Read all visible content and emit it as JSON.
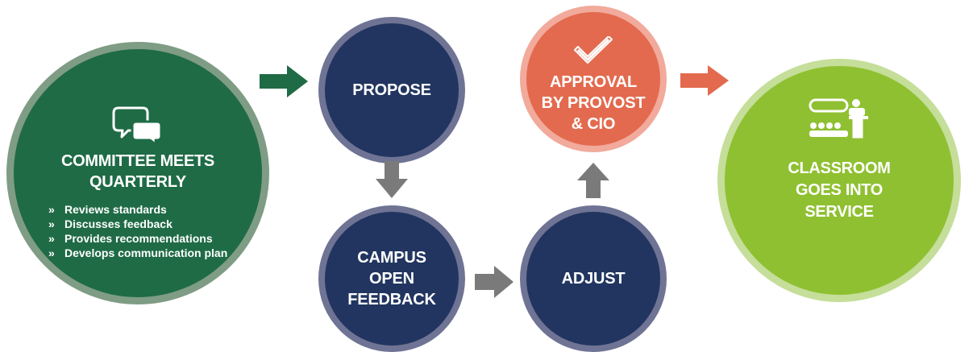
{
  "committee": {
    "title": "COMMITTEE MEETS QUARTERLY",
    "bullet_marker": "»",
    "bullets": [
      "Reviews standards",
      "Discusses feedback",
      "Provides recommendations",
      "Develops communication plan"
    ],
    "icon": "chat-bubbles-icon",
    "color": "#1f6b46",
    "ring_color": "#7f9c84"
  },
  "propose": {
    "label": "PROPOSE",
    "color": "#213560"
  },
  "campus_feedback": {
    "label": "CAMPUS OPEN FEEDBACK",
    "color": "#213560"
  },
  "adjust": {
    "label": "ADJUST",
    "color": "#213560"
  },
  "approval": {
    "label": "APPROVAL BY PROVOST & CIO",
    "icon": "checkmark-icon",
    "color": "#e36a4e",
    "ring_color": "#f1aa9b"
  },
  "classroom": {
    "label": "CLASSROOM GOES INTO SERVICE",
    "icon": "classroom-presenter-icon",
    "color": "#8fc031",
    "ring_color": "#c5de9a"
  },
  "arrows": {
    "committee_to_propose": "#1f6b46",
    "process_steps": "#7a7a7a",
    "approval_to_classroom": "#e36a4e"
  }
}
